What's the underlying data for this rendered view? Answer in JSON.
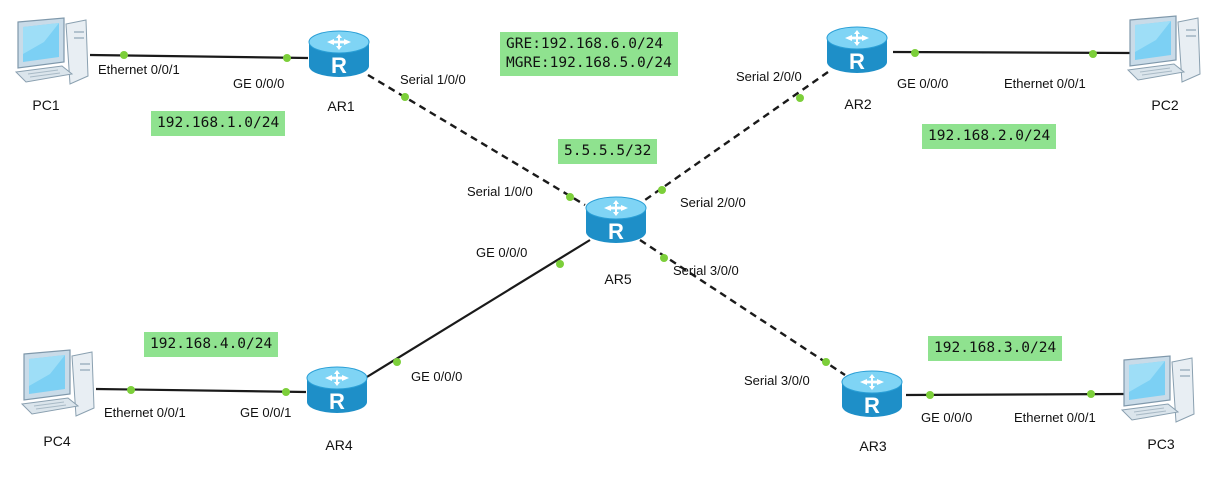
{
  "colors": {
    "highlight": "#8fe28f",
    "port_dot": "#7ccf3a",
    "router_body": "#2aa9df",
    "line": "#1a1a1a"
  },
  "devices": {
    "pc1": {
      "name": "PC1",
      "icon": "pc-icon"
    },
    "pc2": {
      "name": "PC2",
      "icon": "pc-icon"
    },
    "pc3": {
      "name": "PC3",
      "icon": "pc-icon"
    },
    "pc4": {
      "name": "PC4",
      "icon": "pc-icon"
    },
    "ar1": {
      "name": "AR1",
      "icon": "router-icon"
    },
    "ar2": {
      "name": "AR2",
      "icon": "router-icon"
    },
    "ar3": {
      "name": "AR3",
      "icon": "router-icon"
    },
    "ar4": {
      "name": "AR4",
      "icon": "router-icon"
    },
    "ar5": {
      "name": "AR5",
      "icon": "router-icon"
    }
  },
  "ports": {
    "pc1_eth": "Ethernet 0/0/1",
    "ar1_ge": "GE 0/0/0",
    "ar1_serial": "Serial 1/0/0",
    "ar2_serial": "Serial 2/0/0",
    "ar2_ge": "GE 0/0/0",
    "pc2_eth": "Ethernet 0/0/1",
    "ar5_s1": "Serial 1/0/0",
    "ar5_s2": "Serial 2/0/0",
    "ar5_ge": "GE 0/0/0",
    "ar5_s3": "Serial 3/0/0",
    "ar4_ge": "GE 0/0/0",
    "pc4_eth": "Ethernet 0/0/1",
    "ar4_ge_pc": "GE 0/0/1",
    "ar3_serial": "Serial 3/0/0",
    "ar3_ge": "GE 0/0/0",
    "pc3_eth": "Ethernet 0/0/1"
  },
  "networks": {
    "net1": "192.168.1.0/24",
    "net2": "192.168.2.0/24",
    "net3": "192.168.3.0/24",
    "net4": "192.168.4.0/24",
    "tunnel": "GRE:192.168.6.0/24\nMGRE:192.168.5.0/24",
    "loopback": "5.5.5.5/32"
  },
  "links": [
    {
      "from": "PC1",
      "to": "AR1",
      "style": "solid"
    },
    {
      "from": "AR1",
      "to": "AR5",
      "style": "dashed"
    },
    {
      "from": "AR2",
      "to": "AR5",
      "style": "dashed"
    },
    {
      "from": "AR2",
      "to": "PC2",
      "style": "solid"
    },
    {
      "from": "AR5",
      "to": "AR4",
      "style": "solid"
    },
    {
      "from": "AR5",
      "to": "AR3",
      "style": "dashed"
    },
    {
      "from": "PC4",
      "to": "AR4",
      "style": "solid"
    },
    {
      "from": "AR3",
      "to": "PC3",
      "style": "solid"
    }
  ]
}
